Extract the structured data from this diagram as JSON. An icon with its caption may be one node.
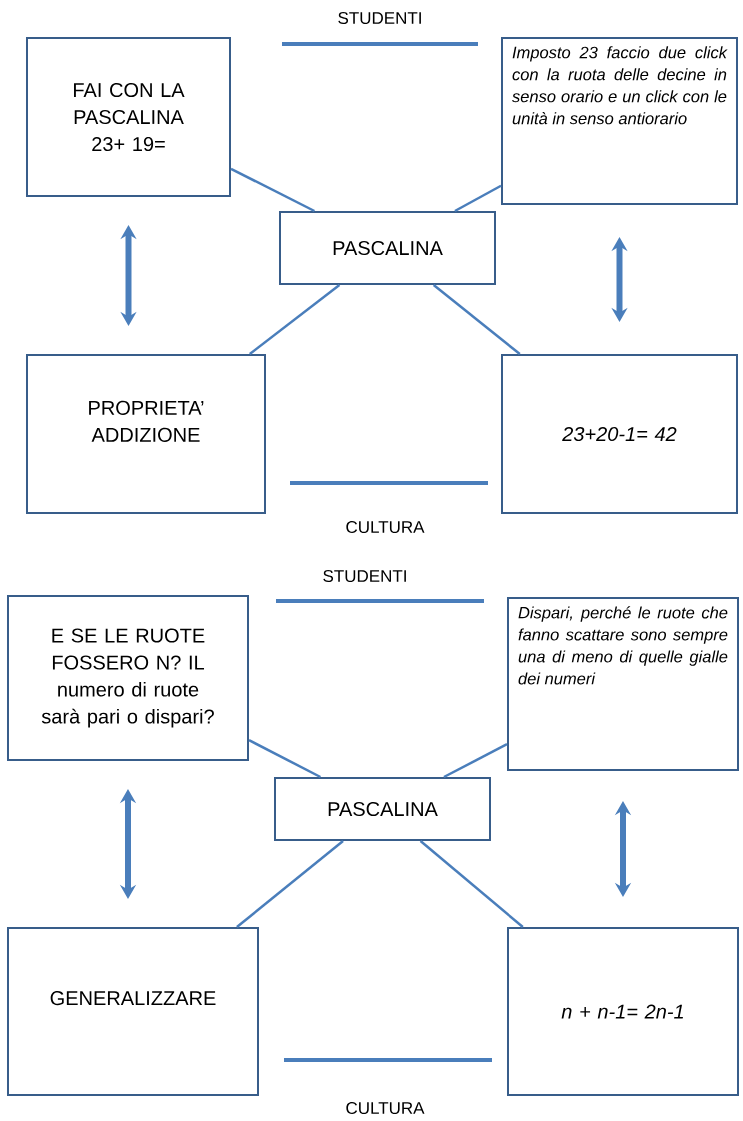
{
  "diagram": {
    "nodes": [
      {
        "text": [
          "FAI CON LA PASCALINA 23+ 19="
        ]
      },
      {
        "text": [
          "Imposto 23 faccio due click con la ruota delle decine in senso orario e un click con le unità in senso antiorario"
        ]
      },
      {
        "text": [
          "PASCALINA"
        ]
      },
      {
        "text": [
          "PROPRIETA’ ADDIZIONE"
        ]
      },
      {
        "text": [
          "23+20-1= 42"
        ]
      },
      {
        "text": [
          "E SE LE RUOTE FOSSERO N? IL numero di ruote sarà pari o dispari?"
        ]
      },
      {
        "text": [
          "Dispari, perché le ruote che fanno scattare sono sempre una di meno di quelle gialle dei numeri"
        ]
      },
      {
        "text": [
          "PASCALINA"
        ]
      },
      {
        "text": [
          "GENERALIZZARE"
        ]
      },
      {
        "text": [
          "n + n-1= 2n-1"
        ]
      }
    ],
    "edges": [
      {
        "from": 2,
        "to": 0,
        "arrow": "none"
      },
      {
        "from": 2,
        "to": 1,
        "arrow": "none"
      },
      {
        "from": 2,
        "to": 3,
        "arrow": "none"
      },
      {
        "from": 2,
        "to": 4,
        "arrow": "none"
      },
      {
        "from": 0,
        "to": 3,
        "arrow": "both",
        "style": "thick"
      },
      {
        "from": 1,
        "to": 4,
        "arrow": "both",
        "style": "thick"
      },
      {
        "from": 7,
        "to": 5,
        "arrow": "none"
      },
      {
        "from": 7,
        "to": 6,
        "arrow": "none"
      },
      {
        "from": 7,
        "to": 8,
        "arrow": "none"
      },
      {
        "from": 7,
        "to": 9,
        "arrow": "none"
      },
      {
        "from": 5,
        "to": 8,
        "arrow": "both",
        "style": "thick"
      },
      {
        "from": 6,
        "to": 9,
        "arrow": "both",
        "style": "thick"
      }
    ],
    "labels": [
      "STUDENTI",
      "CULTURA",
      "STUDENTI",
      "CULTURA"
    ]
  }
}
